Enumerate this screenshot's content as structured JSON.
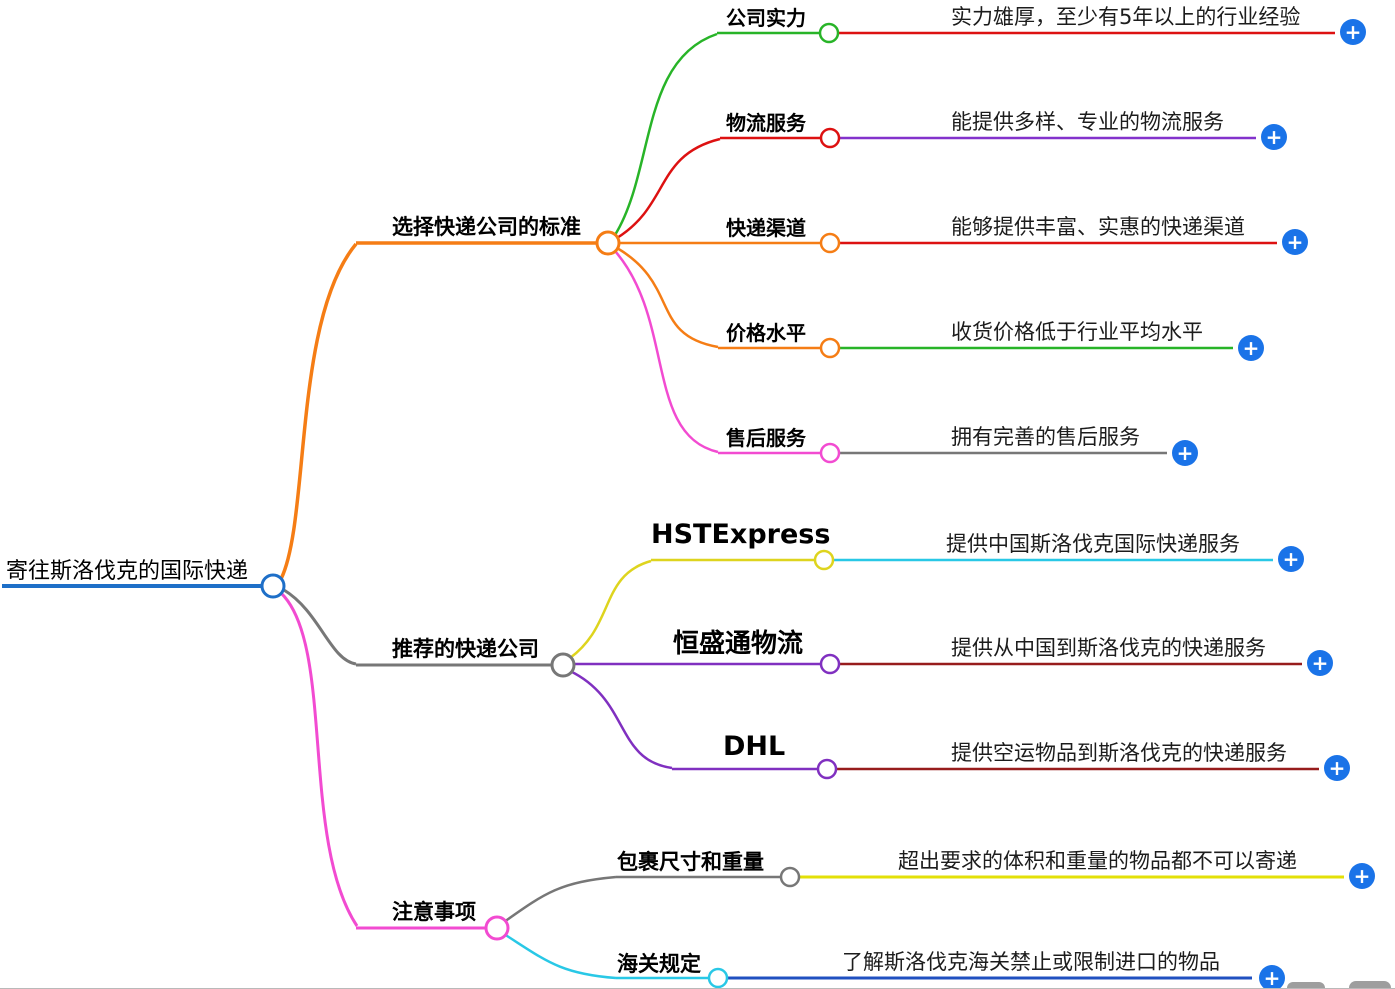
{
  "root": {
    "label": "寄往斯洛伐克的国际快递",
    "color": "#1e6fc8"
  },
  "branches": [
    {
      "label": "选择快递公司的标准",
      "color": "#f57d15",
      "children": [
        {
          "label": "公司实力",
          "branch_color": "#28b428",
          "desc": "实力雄厚，至少有5年以上的行业经验",
          "desc_color": "#dd1111"
        },
        {
          "label": "物流服务",
          "branch_color": "#dd1111",
          "desc": "能提供多样、专业的物流服务",
          "desc_color": "#8332cc"
        },
        {
          "label": "快递渠道",
          "branch_color": "#f57d15",
          "desc": "能够提供丰富、实惠的快递渠道",
          "desc_color": "#dd1111"
        },
        {
          "label": "价格水平",
          "branch_color": "#f57d15",
          "desc": "收货价格低于行业平均水平",
          "desc_color": "#28b428"
        },
        {
          "label": "售后服务",
          "branch_color": "#f24bd1",
          "desc": "拥有完善的售后服务",
          "desc_color": "#777777"
        }
      ]
    },
    {
      "label": "推荐的快递公司",
      "color": "#777777",
      "children": [
        {
          "label": "HSTExpress",
          "branch_color": "#ded41e",
          "desc": "提供中国斯洛伐克国际快递服务",
          "desc_color": "#29c8e6"
        },
        {
          "label": "恒盛通物流",
          "branch_color": "#8030c0",
          "desc": "提供从中国到斯洛伐克的快递服务",
          "desc_color": "#971c1c"
        },
        {
          "label": "DHL",
          "branch_color": "#8030c0",
          "desc": "提供空运物品到斯洛伐克的快递服务",
          "desc_color": "#971c1c"
        }
      ]
    },
    {
      "label": "注意事项",
      "color": "#f24bd1",
      "children": [
        {
          "label": "包裹尺寸和重量",
          "branch_color": "#777777",
          "desc": "超出要求的体积和重量的物品都不可以寄递",
          "desc_color": "#e3e007"
        },
        {
          "label": "海关规定",
          "branch_color": "#29c8e6",
          "desc": "了解斯洛伐克海关禁止或限制进口的物品",
          "desc_color": "#2050c0"
        }
      ]
    }
  ],
  "plus_button": {
    "glyph": "+",
    "color": "#1a73e8"
  }
}
